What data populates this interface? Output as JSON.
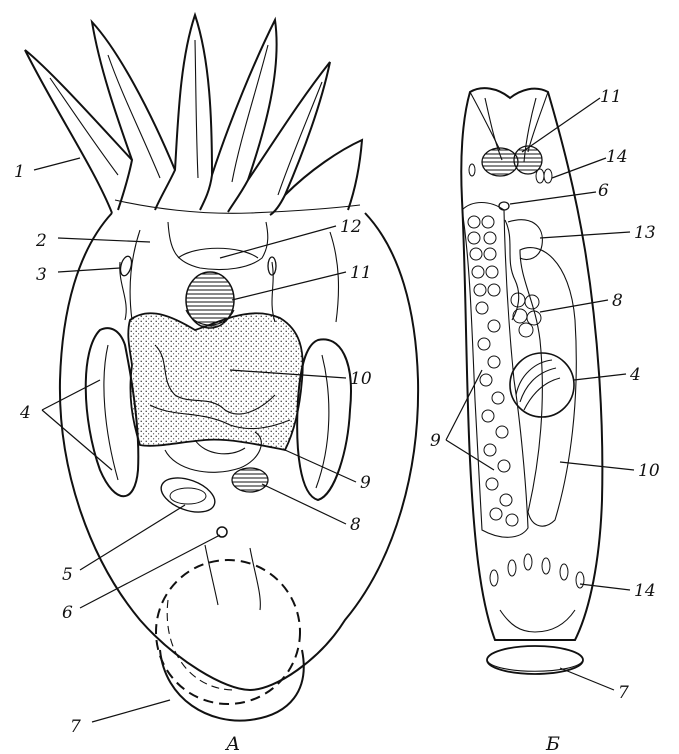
{
  "figure": {
    "panel_a": {
      "caption": "А",
      "labels": [
        "1",
        "2",
        "3",
        "4",
        "5",
        "6",
        "7",
        "8",
        "9",
        "10",
        "11",
        "12"
      ]
    },
    "panel_b": {
      "caption": "Б",
      "labels": [
        "11",
        "14",
        "6",
        "13",
        "8",
        "4",
        "9",
        "10",
        "14",
        "7"
      ]
    }
  }
}
